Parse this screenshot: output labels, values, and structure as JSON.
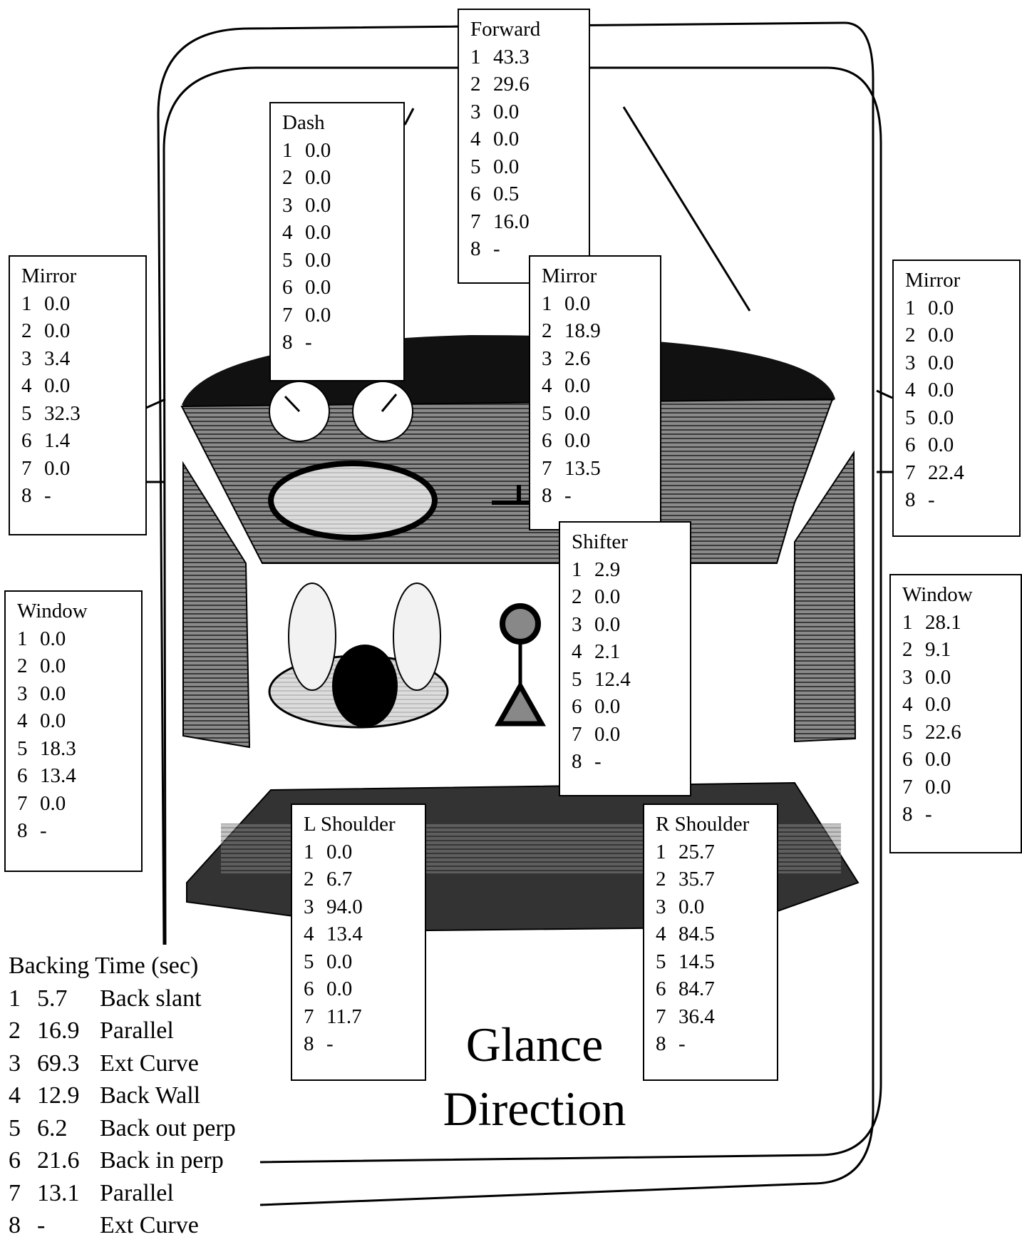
{
  "figure": {
    "caption_lines": [
      "Glance",
      "Direction"
    ]
  },
  "panels": {
    "forward": {
      "title": "Forward",
      "rows": [
        [
          "1",
          "43.3"
        ],
        [
          "2",
          "29.6"
        ],
        [
          "3",
          "0.0"
        ],
        [
          "4",
          "0.0"
        ],
        [
          "5",
          "0.0"
        ],
        [
          "6",
          "0.5"
        ],
        [
          "7",
          "16.0"
        ],
        [
          "8",
          "-"
        ]
      ]
    },
    "dash": {
      "title": "Dash",
      "rows": [
        [
          "1",
          "0.0"
        ],
        [
          "2",
          "0.0"
        ],
        [
          "3",
          "0.0"
        ],
        [
          "4",
          "0.0"
        ],
        [
          "5",
          "0.0"
        ],
        [
          "6",
          "0.0"
        ],
        [
          "7",
          "0.0"
        ],
        [
          "8",
          "-"
        ]
      ]
    },
    "mirror_left": {
      "title": "Mirror",
      "rows": [
        [
          "1",
          "0.0"
        ],
        [
          "2",
          "0.0"
        ],
        [
          "3",
          "3.4"
        ],
        [
          "4",
          "0.0"
        ],
        [
          "5",
          "32.3"
        ],
        [
          "6",
          "1.4"
        ],
        [
          "7",
          "0.0"
        ],
        [
          "8",
          "-"
        ]
      ]
    },
    "mirror_center": {
      "title": "Mirror",
      "rows": [
        [
          "1",
          "0.0"
        ],
        [
          "2",
          "18.9"
        ],
        [
          "3",
          "2.6"
        ],
        [
          "4",
          "0.0"
        ],
        [
          "5",
          "0.0"
        ],
        [
          "6",
          "0.0"
        ],
        [
          "7",
          "13.5"
        ],
        [
          "8",
          "-"
        ]
      ]
    },
    "mirror_right": {
      "title": "Mirror",
      "rows": [
        [
          "1",
          "0.0"
        ],
        [
          "2",
          "0.0"
        ],
        [
          "3",
          "0.0"
        ],
        [
          "4",
          "0.0"
        ],
        [
          "5",
          "0.0"
        ],
        [
          "6",
          "0.0"
        ],
        [
          "7",
          "22.4"
        ],
        [
          "8",
          "-"
        ]
      ]
    },
    "shifter": {
      "title": "Shifter",
      "rows": [
        [
          "1",
          "2.9"
        ],
        [
          "2",
          "0.0"
        ],
        [
          "3",
          "0.0"
        ],
        [
          "4",
          "2.1"
        ],
        [
          "5",
          "12.4"
        ],
        [
          "6",
          "0.0"
        ],
        [
          "7",
          "0.0"
        ],
        [
          "8",
          "-"
        ]
      ]
    },
    "window_left": {
      "title": "Window",
      "rows": [
        [
          "1",
          "0.0"
        ],
        [
          "2",
          "0.0"
        ],
        [
          "3",
          "0.0"
        ],
        [
          "4",
          "0.0"
        ],
        [
          "5",
          "18.3"
        ],
        [
          "6",
          "13.4"
        ],
        [
          "7",
          "0.0"
        ],
        [
          "8",
          "-"
        ]
      ]
    },
    "window_right": {
      "title": "Window",
      "rows": [
        [
          "1",
          "28.1"
        ],
        [
          "2",
          "9.1"
        ],
        [
          "3",
          "0.0"
        ],
        [
          "4",
          "0.0"
        ],
        [
          "5",
          "22.6"
        ],
        [
          "6",
          "0.0"
        ],
        [
          "7",
          "0.0"
        ],
        [
          "8",
          "-"
        ]
      ]
    },
    "l_shoulder": {
      "title": "L Shoulder",
      "rows": [
        [
          "1",
          "0.0"
        ],
        [
          "2",
          "6.7"
        ],
        [
          "3",
          "94.0"
        ],
        [
          "4",
          "13.4"
        ],
        [
          "5",
          "0.0"
        ],
        [
          "6",
          "0.0"
        ],
        [
          "7",
          "11.7"
        ],
        [
          "8",
          "-"
        ]
      ]
    },
    "r_shoulder": {
      "title": "R Shoulder",
      "rows": [
        [
          "1",
          "25.7"
        ],
        [
          "2",
          "35.7"
        ],
        [
          "3",
          "0.0"
        ],
        [
          "4",
          "84.5"
        ],
        [
          "5",
          "14.5"
        ],
        [
          "6",
          "84.7"
        ],
        [
          "7",
          "36.4"
        ],
        [
          "8",
          "-"
        ]
      ]
    }
  },
  "backing_legend": {
    "title": "Backing Time (sec)",
    "rows": [
      [
        "1",
        "5.7",
        "Back slant"
      ],
      [
        "2",
        "16.9",
        "Parallel"
      ],
      [
        "3",
        "69.3",
        "Ext Curve"
      ],
      [
        "4",
        "12.9",
        "Back Wall"
      ],
      [
        "5",
        "6.2",
        "Back out perp"
      ],
      [
        "6",
        "21.6",
        "Back in perp"
      ],
      [
        "7",
        "13.1",
        "Parallel"
      ],
      [
        "8",
        "-",
        "Ext Curve"
      ]
    ]
  },
  "colors": {
    "ink": "#000000",
    "shade": "#555555",
    "light_shade": "#c8c8c8",
    "paper": "#ffffff"
  }
}
